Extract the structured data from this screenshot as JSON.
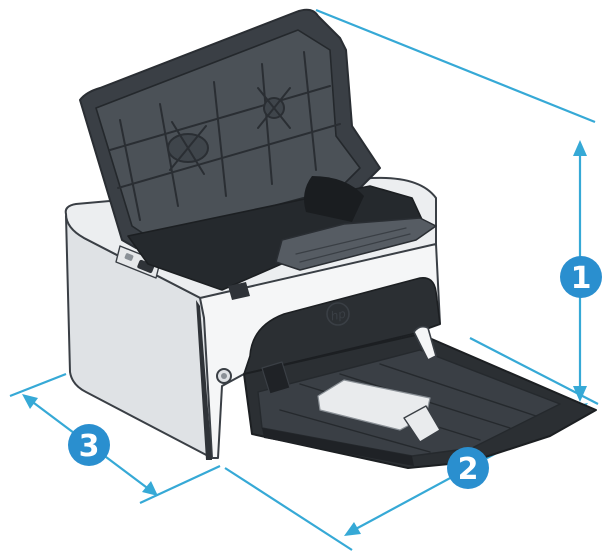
{
  "diagram": {
    "subject": "printer-dimensions",
    "colors": {
      "dimension_line": "#36a9d6",
      "callout_fill": "#2a8fcf",
      "callout_text": "#ffffff",
      "printer_body": "#f2f3f4",
      "printer_outline": "#3a3f45",
      "printer_dark": "#2f3338"
    },
    "brand_logo_text": "hp",
    "callouts": [
      {
        "label": "1",
        "dimension": "height"
      },
      {
        "label": "2",
        "dimension": "width"
      },
      {
        "label": "3",
        "dimension": "depth"
      }
    ]
  }
}
